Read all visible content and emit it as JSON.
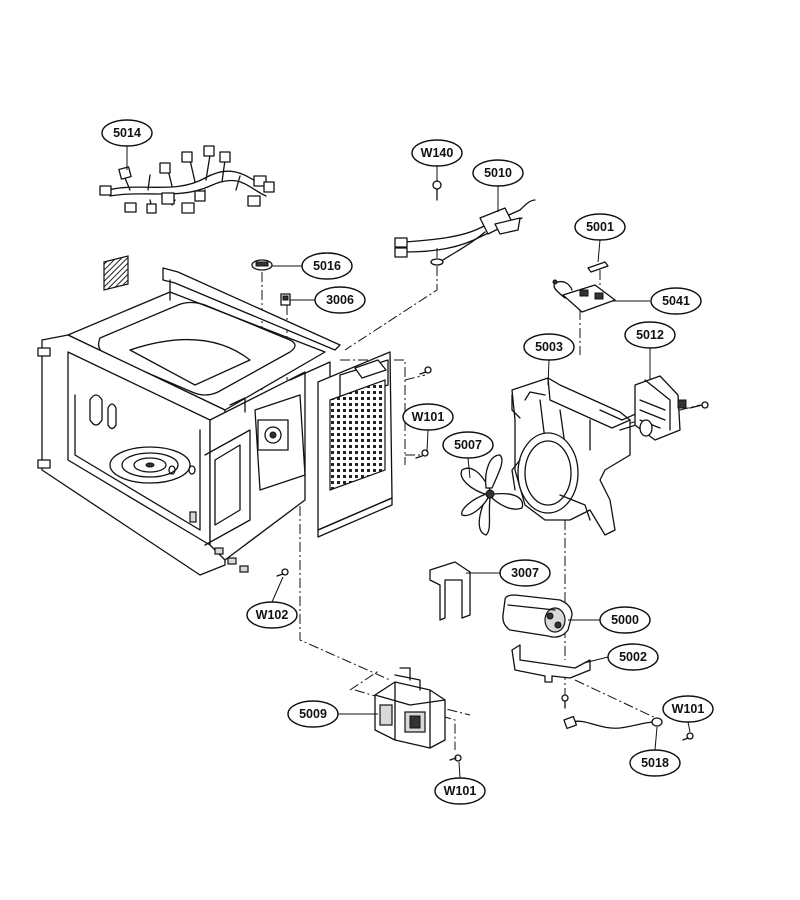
{
  "callouts": [
    {
      "id": "c5014",
      "label": "5014"
    },
    {
      "id": "cW140",
      "label": "W140"
    },
    {
      "id": "c5010",
      "label": "5010"
    },
    {
      "id": "c5001",
      "label": "5001"
    },
    {
      "id": "c5016",
      "label": "5016"
    },
    {
      "id": "c3006",
      "label": "3006"
    },
    {
      "id": "c5041",
      "label": "5041"
    },
    {
      "id": "c5003",
      "label": "5003"
    },
    {
      "id": "c5012",
      "label": "5012"
    },
    {
      "id": "cW101a",
      "label": "W101"
    },
    {
      "id": "c5007",
      "label": "5007"
    },
    {
      "id": "c3007",
      "label": "3007"
    },
    {
      "id": "c5000",
      "label": "5000"
    },
    {
      "id": "cW102",
      "label": "W102"
    },
    {
      "id": "c5002",
      "label": "5002"
    },
    {
      "id": "c5009",
      "label": "5009"
    },
    {
      "id": "cW101b",
      "label": "W101"
    },
    {
      "id": "c5018",
      "label": "5018"
    },
    {
      "id": "cW101c",
      "label": "W101"
    }
  ]
}
